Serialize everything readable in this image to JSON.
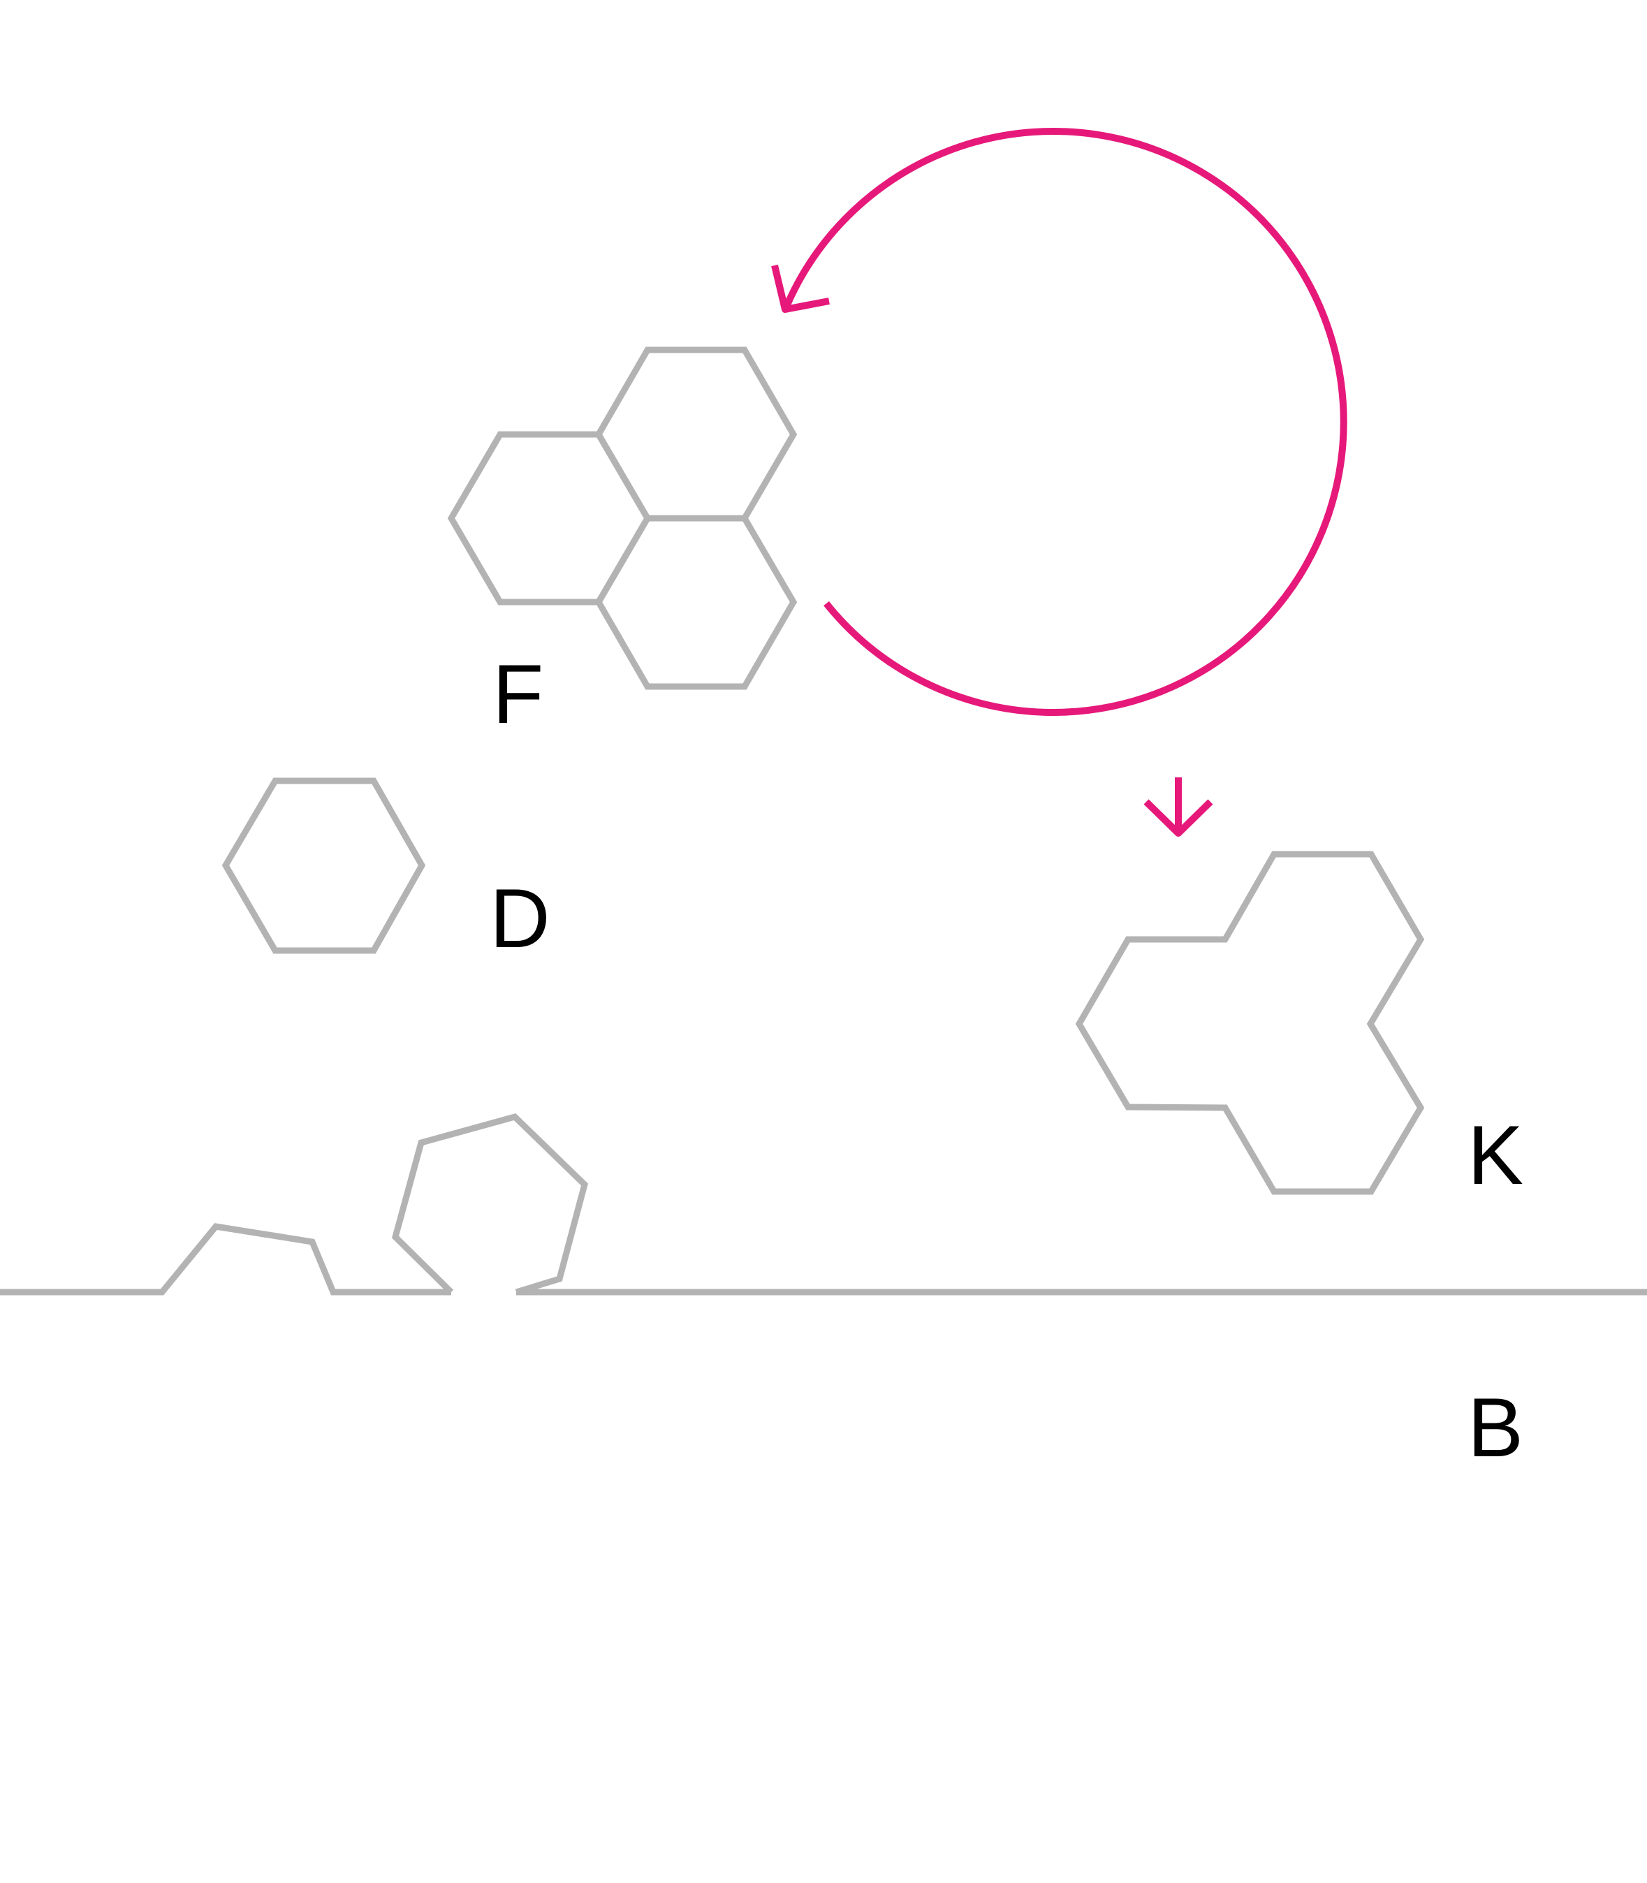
{
  "colors": {
    "shape_stroke": "#b3b3b3",
    "accent": "#e6197a",
    "label": "#000000",
    "background": "#ffffff"
  },
  "labels": {
    "f": "F",
    "d": "D",
    "k": "K",
    "b": "B"
  },
  "icons": {
    "rotation_arrow": "circular-arrow-icon",
    "down_arrow": "arrow-down-icon"
  }
}
